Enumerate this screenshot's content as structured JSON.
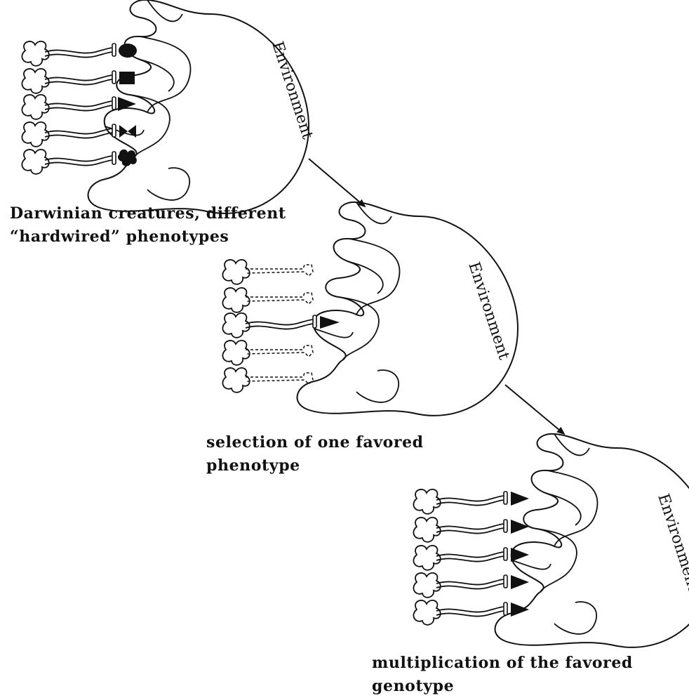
{
  "panels": [
    {
      "environment_label": "Environment",
      "caption_lines": [
        "Darwinian creatures, different",
        "“hardwired” phenotypes"
      ],
      "creatures": [
        {
          "state": "present",
          "tool": "ellipse"
        },
        {
          "state": "present",
          "tool": "rectangle"
        },
        {
          "state": "present",
          "tool": "triangle"
        },
        {
          "state": "present",
          "tool": "bowtie"
        },
        {
          "state": "present",
          "tool": "blob"
        }
      ]
    },
    {
      "environment_label": "Environment",
      "caption_lines": [
        "selection of one favored",
        "phenotype"
      ],
      "creatures": [
        {
          "state": "eliminated",
          "tool": "none"
        },
        {
          "state": "eliminated",
          "tool": "none"
        },
        {
          "state": "present",
          "tool": "triangle"
        },
        {
          "state": "eliminated",
          "tool": "none"
        },
        {
          "state": "eliminated",
          "tool": "none"
        }
      ]
    },
    {
      "environment_label": "Environment",
      "caption_lines": [
        "multiplication of the favored",
        "genotype"
      ],
      "creatures": [
        {
          "state": "present",
          "tool": "triangle"
        },
        {
          "state": "present",
          "tool": "triangle"
        },
        {
          "state": "present",
          "tool": "triangle"
        },
        {
          "state": "present",
          "tool": "triangle"
        },
        {
          "state": "present",
          "tool": "triangle"
        }
      ]
    }
  ],
  "colors": {
    "ink": "#111111",
    "background": "#ffffff"
  }
}
